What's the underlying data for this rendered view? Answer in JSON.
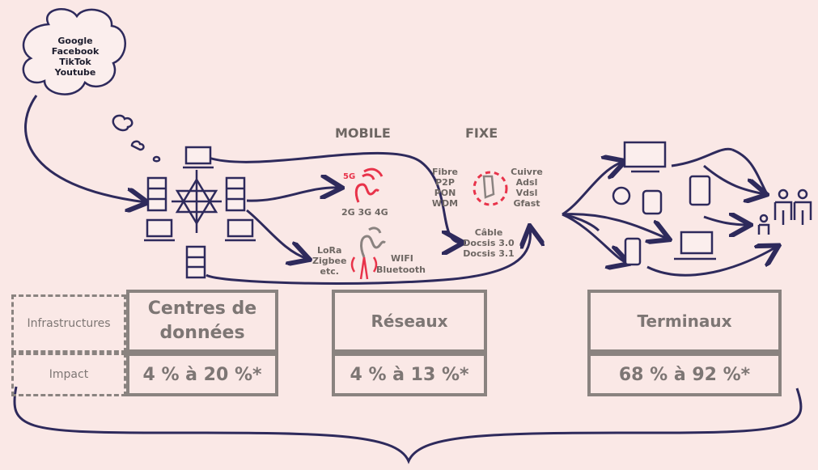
{
  "cloud": {
    "lines": [
      "Google",
      "Facebook",
      "TikTok",
      "Youtube"
    ]
  },
  "headers": {
    "mobile": "MOBILE",
    "fixe": "FIXE"
  },
  "mobile": {
    "fiveg": "5G",
    "gens": "2G 3G 4G",
    "lora": [
      "LoRa",
      "Zigbee",
      "etc."
    ],
    "wifi": "WIFI",
    "bluetooth": "Bluetooth"
  },
  "fixe": {
    "fibre": [
      "Fibre",
      "P2P",
      "PON",
      "WDM"
    ],
    "cuivre": [
      "Cuivre",
      "Adsl",
      "Vdsl",
      "Gfast"
    ],
    "cable": [
      "Câble",
      "Docsis 3.0",
      "Docsis 3.1"
    ]
  },
  "table": {
    "row_infra": "Infrastructures",
    "row_impact": "Impact",
    "col1_title": "Centres de données",
    "col1_impact": "4 % à 20 %*",
    "col2_title": "Réseaux",
    "col2_impact": "4 % à 13 %*",
    "col3_title": "Terminaux",
    "col3_impact": "68 % à 92 %*"
  },
  "colors": {
    "background": "#fae8e6",
    "ink": "#2e2a5c",
    "accent": "#e8334a",
    "box": "#8a8380"
  }
}
